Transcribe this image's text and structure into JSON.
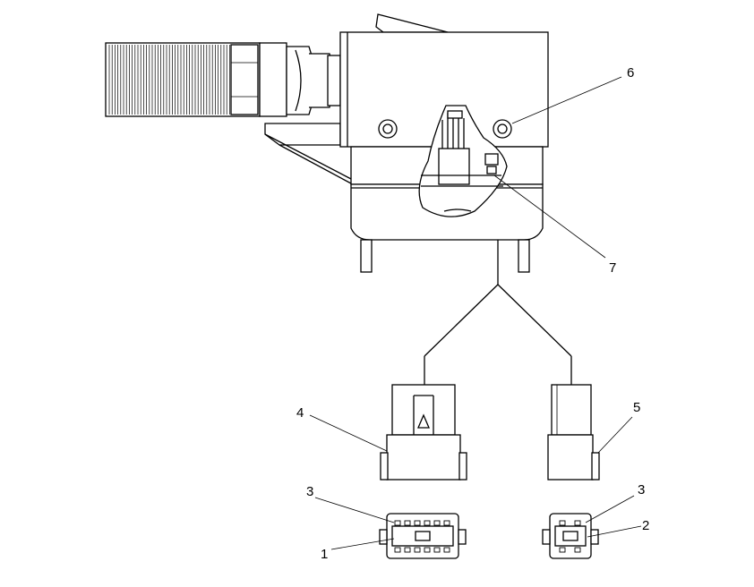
{
  "callouts": {
    "c1": "1",
    "c2": "2",
    "c3_left": "3",
    "c3_right": "3",
    "c4": "4",
    "c5": "5",
    "c6": "6",
    "c7": "7"
  },
  "colors": {
    "line": "#000000",
    "background": "#ffffff"
  }
}
